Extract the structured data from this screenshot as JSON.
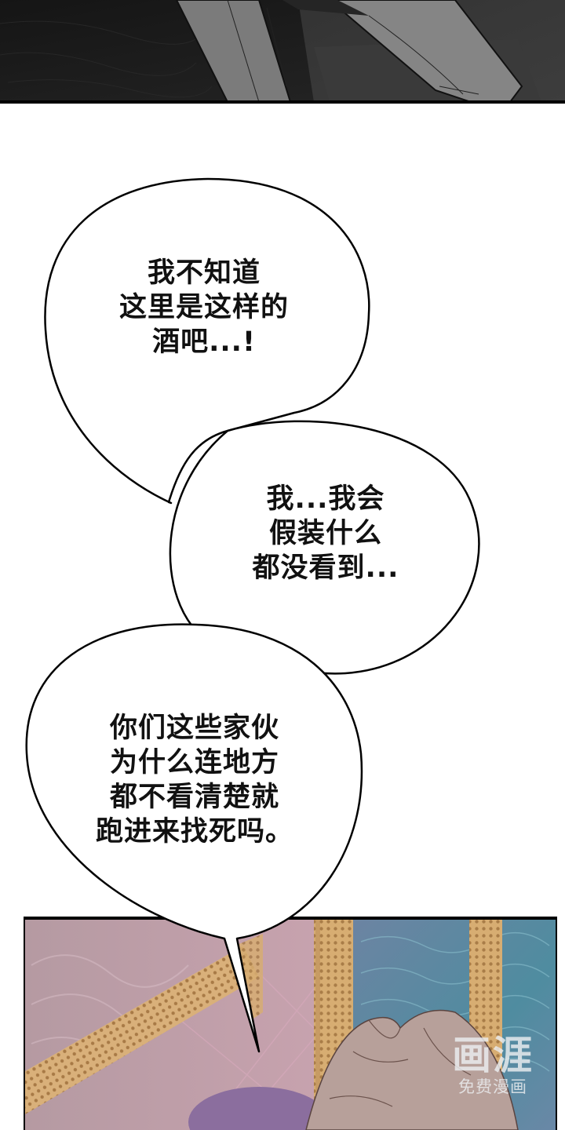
{
  "panels": {
    "top": {
      "description": "grayscale panel showing character legs on dark wooden floor and carpet",
      "background": "#1f1f1f",
      "border": "#000000"
    },
    "bottom": {
      "description": "color panel with pink patterned wallpaper, golden dotted beams, blue wavy wall, and top of a character's light brown hair",
      "border": "#000000"
    }
  },
  "bubbles": [
    {
      "id": "bubble-1",
      "lines": "我不知道\n这里是这样的\n酒吧...!"
    },
    {
      "id": "bubble-2",
      "lines": "我...我会\n假装什么\n都没看到..."
    },
    {
      "id": "bubble-3",
      "lines": "你们这些家伙\n为什么连地方\n都不看清楚就\n跑进来找死吗。"
    }
  ],
  "watermark": {
    "logo": "画涯",
    "subtitle": "免费漫画"
  },
  "colors": {
    "page_bg": "#ffffff",
    "bubble_fill": "#ffffff",
    "bubble_stroke": "#000000",
    "text": "#111111"
  }
}
